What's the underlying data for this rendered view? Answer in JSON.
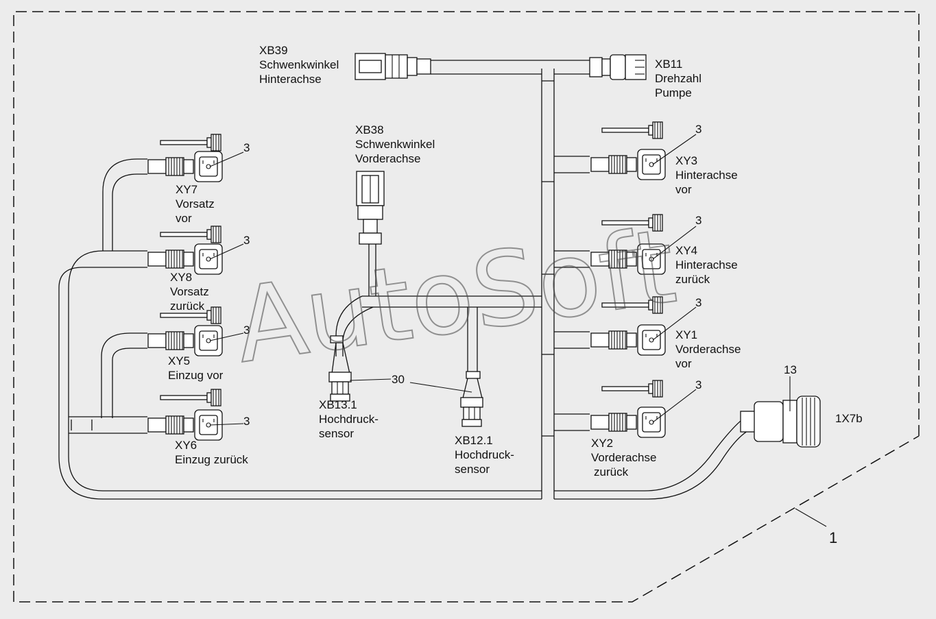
{
  "watermark": "AutoSoft",
  "kit_callout": "1",
  "plug_callout": "13",
  "plug_label": "1X7b",
  "pressure_callout": "30",
  "valve_callout": "3",
  "left_valves": [
    {
      "id": "XY7",
      "desc1": "Vorsatz",
      "desc2": "vor"
    },
    {
      "id": "XY8",
      "desc1": "Vorsatz",
      "desc2": "zurück"
    },
    {
      "id": "XY5",
      "desc1": "Einzug vor",
      "desc2": ""
    },
    {
      "id": "XY6",
      "desc1": "Einzug zurück",
      "desc2": ""
    }
  ],
  "right_valves": [
    {
      "id": "XY3",
      "desc1": "Hinterachse",
      "desc2": "vor"
    },
    {
      "id": "XY4",
      "desc1": "Hinterachse",
      "desc2": "zurück"
    },
    {
      "id": "XY1",
      "desc1": "Vorderachse",
      "desc2": "vor"
    },
    {
      "id": "XY2",
      "desc1": "Vorderachse",
      "desc2": "zurück"
    }
  ],
  "sensors": {
    "xb39": {
      "id": "XB39",
      "line1": "Schwenkwinkel",
      "line2": "Hinterachse"
    },
    "xb11": {
      "id": "XB11",
      "line1": "Drehzahl",
      "line2": "Pumpe"
    },
    "xb38": {
      "id": "XB38",
      "line1": "Schwenkwinkel",
      "line2": "Vorderachse"
    },
    "xb13": {
      "id": "XB13.1",
      "line1": "Hochdruck-",
      "line2": "sensor"
    },
    "xb12": {
      "id": "XB12.1",
      "line1": "Hochdruck-",
      "line2": "sensor"
    }
  }
}
